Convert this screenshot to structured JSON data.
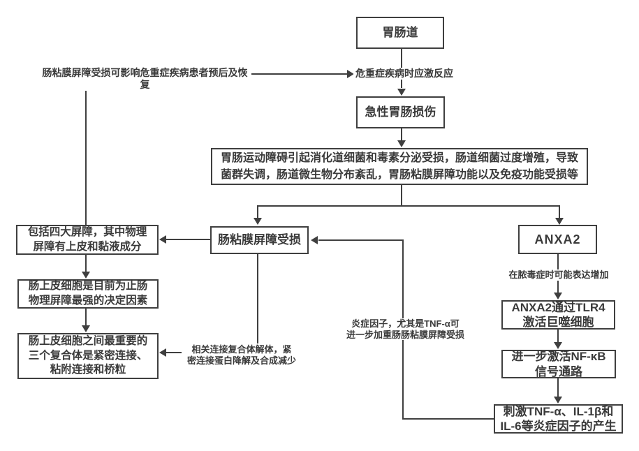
{
  "nodes": {
    "gi_tract": "胃肠道",
    "acute_injury": "急性胃肠损伤",
    "dysmotility": "胃肠运动障碍引起消化道细菌和毒素分泌受损，肠道细菌过度增殖，导致\n菌群失调，肠道微生物分布紊乱，胃肠粘膜屏障功能以及免疫功能受损等",
    "mucosal_barrier_damage": "肠粘膜屏障受损",
    "anxa2": "ANXA2",
    "four_barriers": "包括四大屏障，其中物理\n屏障有上皮和黏液成分",
    "epithelial_decisive": "肠上皮细胞是目前为止肠\n物理屏障最强的决定因素",
    "junction_complexes": "肠上皮细胞之间最重要的\n三个复合体是紧密连接、\n粘附连接和桥粒",
    "anxa2_tlr4": "ANXA2通过TLR4\n激活巨噬细胞",
    "nfkb_pathway": "进一步激活NF-κB\n信号通路",
    "cytokine_production": "刺激TNF-α、IL-1β和\nIL-6等炎症因子的产生"
  },
  "labels": {
    "prognosis": "肠粘膜屏障受损可影响危重症疾病患者预后及恢复",
    "stress_response": "危重症疾病时应激反应",
    "sepsis_expression": "在脓毒症时可能表达增加",
    "inflammatory_feedback": "炎症因子，尤其是TNF-α可\n进一步加重肠肠粘膜屏障受损",
    "junction_disassembly": "相关连接复合体解体，紧\n密连接蛋白降解及合成减少"
  },
  "colors": {
    "line": "#3f3f3f",
    "border": "#3f3f3f",
    "text": "#3a3a3a",
    "background": "#ffffff"
  }
}
